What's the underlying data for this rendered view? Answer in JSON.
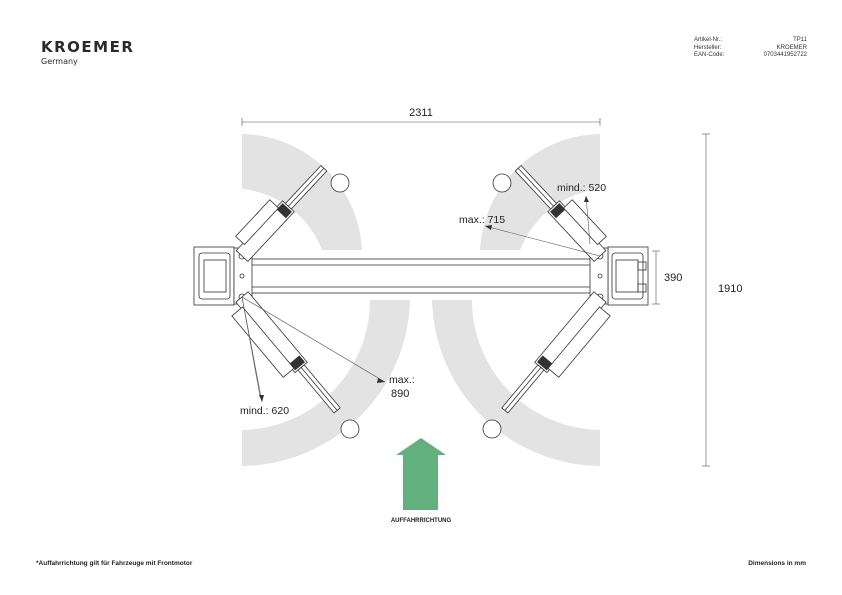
{
  "brand": {
    "name": "KROEMER",
    "sub": "Germany"
  },
  "meta": [
    {
      "label": "Artikel-Nr.:",
      "value": "TP11"
    },
    {
      "label": "Hersteller:",
      "value": "KROEMER"
    },
    {
      "label": "EAN-Code:",
      "value": "0703441952722"
    }
  ],
  "dimensions": {
    "width": "2311",
    "height": "1910",
    "beam": "390",
    "mind_top": "mind.: 520",
    "max_top": "max.: 715",
    "max_bottom_1": "max.:",
    "max_bottom_2": "890",
    "mind_bottom": "mind.: 620"
  },
  "arrow": {
    "label": "AUFFAHRRICHTUNG",
    "color": "#62b07e"
  },
  "footer": {
    "note": "*Auffahrrichtung gilt für Fahrzeuge mit Frontmotor",
    "units": "Dimensions in mm"
  },
  "colors": {
    "shadow": "#e3e3e3",
    "line": "#333333"
  }
}
